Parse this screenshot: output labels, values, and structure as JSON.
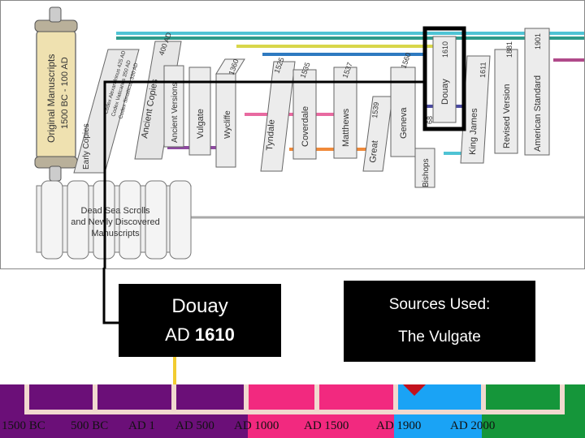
{
  "scroll_label": {
    "line1": "Original Manuscripts",
    "line2": "1500 BC - 100 AD"
  },
  "early_copies": "Early Copies",
  "codices": [
    "Codex Alexandrinus 425 AD",
    "Codex Vaticanus 350 AD",
    "Codex Sinaiticus 330 AD"
  ],
  "small_dates": [
    "400 AD",
    "1360",
    "1525",
    "1535",
    "1537",
    "1560",
    "1610",
    "1611",
    "1881",
    "1901"
  ],
  "books": [
    "Ancient Copies",
    "Ancient Versions",
    "Vulgate",
    "Wycliffe",
    "Tyndale",
    "Coverdale",
    "Matthews",
    "Great",
    "Geneva",
    "Douay",
    "King James",
    "Revised Version",
    "American Standard",
    "Bishops"
  ],
  "book_fragments": [
    "1539",
    "68"
  ],
  "dead_sea": {
    "line1": "Dead Sea Scrolls",
    "line2": "and Newly Discovered",
    "line3": "Manuscripts"
  },
  "douay_box": {
    "name": "Douay",
    "date_prefix": "AD",
    "year": "1610"
  },
  "sources_box": {
    "title": "Sources Used:",
    "value": "The Vulgate"
  },
  "timeline": {
    "labels": [
      "1500 BC",
      "500 BC",
      "AD 1",
      "AD 500",
      "AD 1000",
      "AD 1500",
      "AD 1900",
      "AD 2000"
    ],
    "colors": {
      "purple": "#6b0f78",
      "pink": "#f2297f",
      "blue": "#1aa3f5",
      "green": "#15963a"
    }
  }
}
